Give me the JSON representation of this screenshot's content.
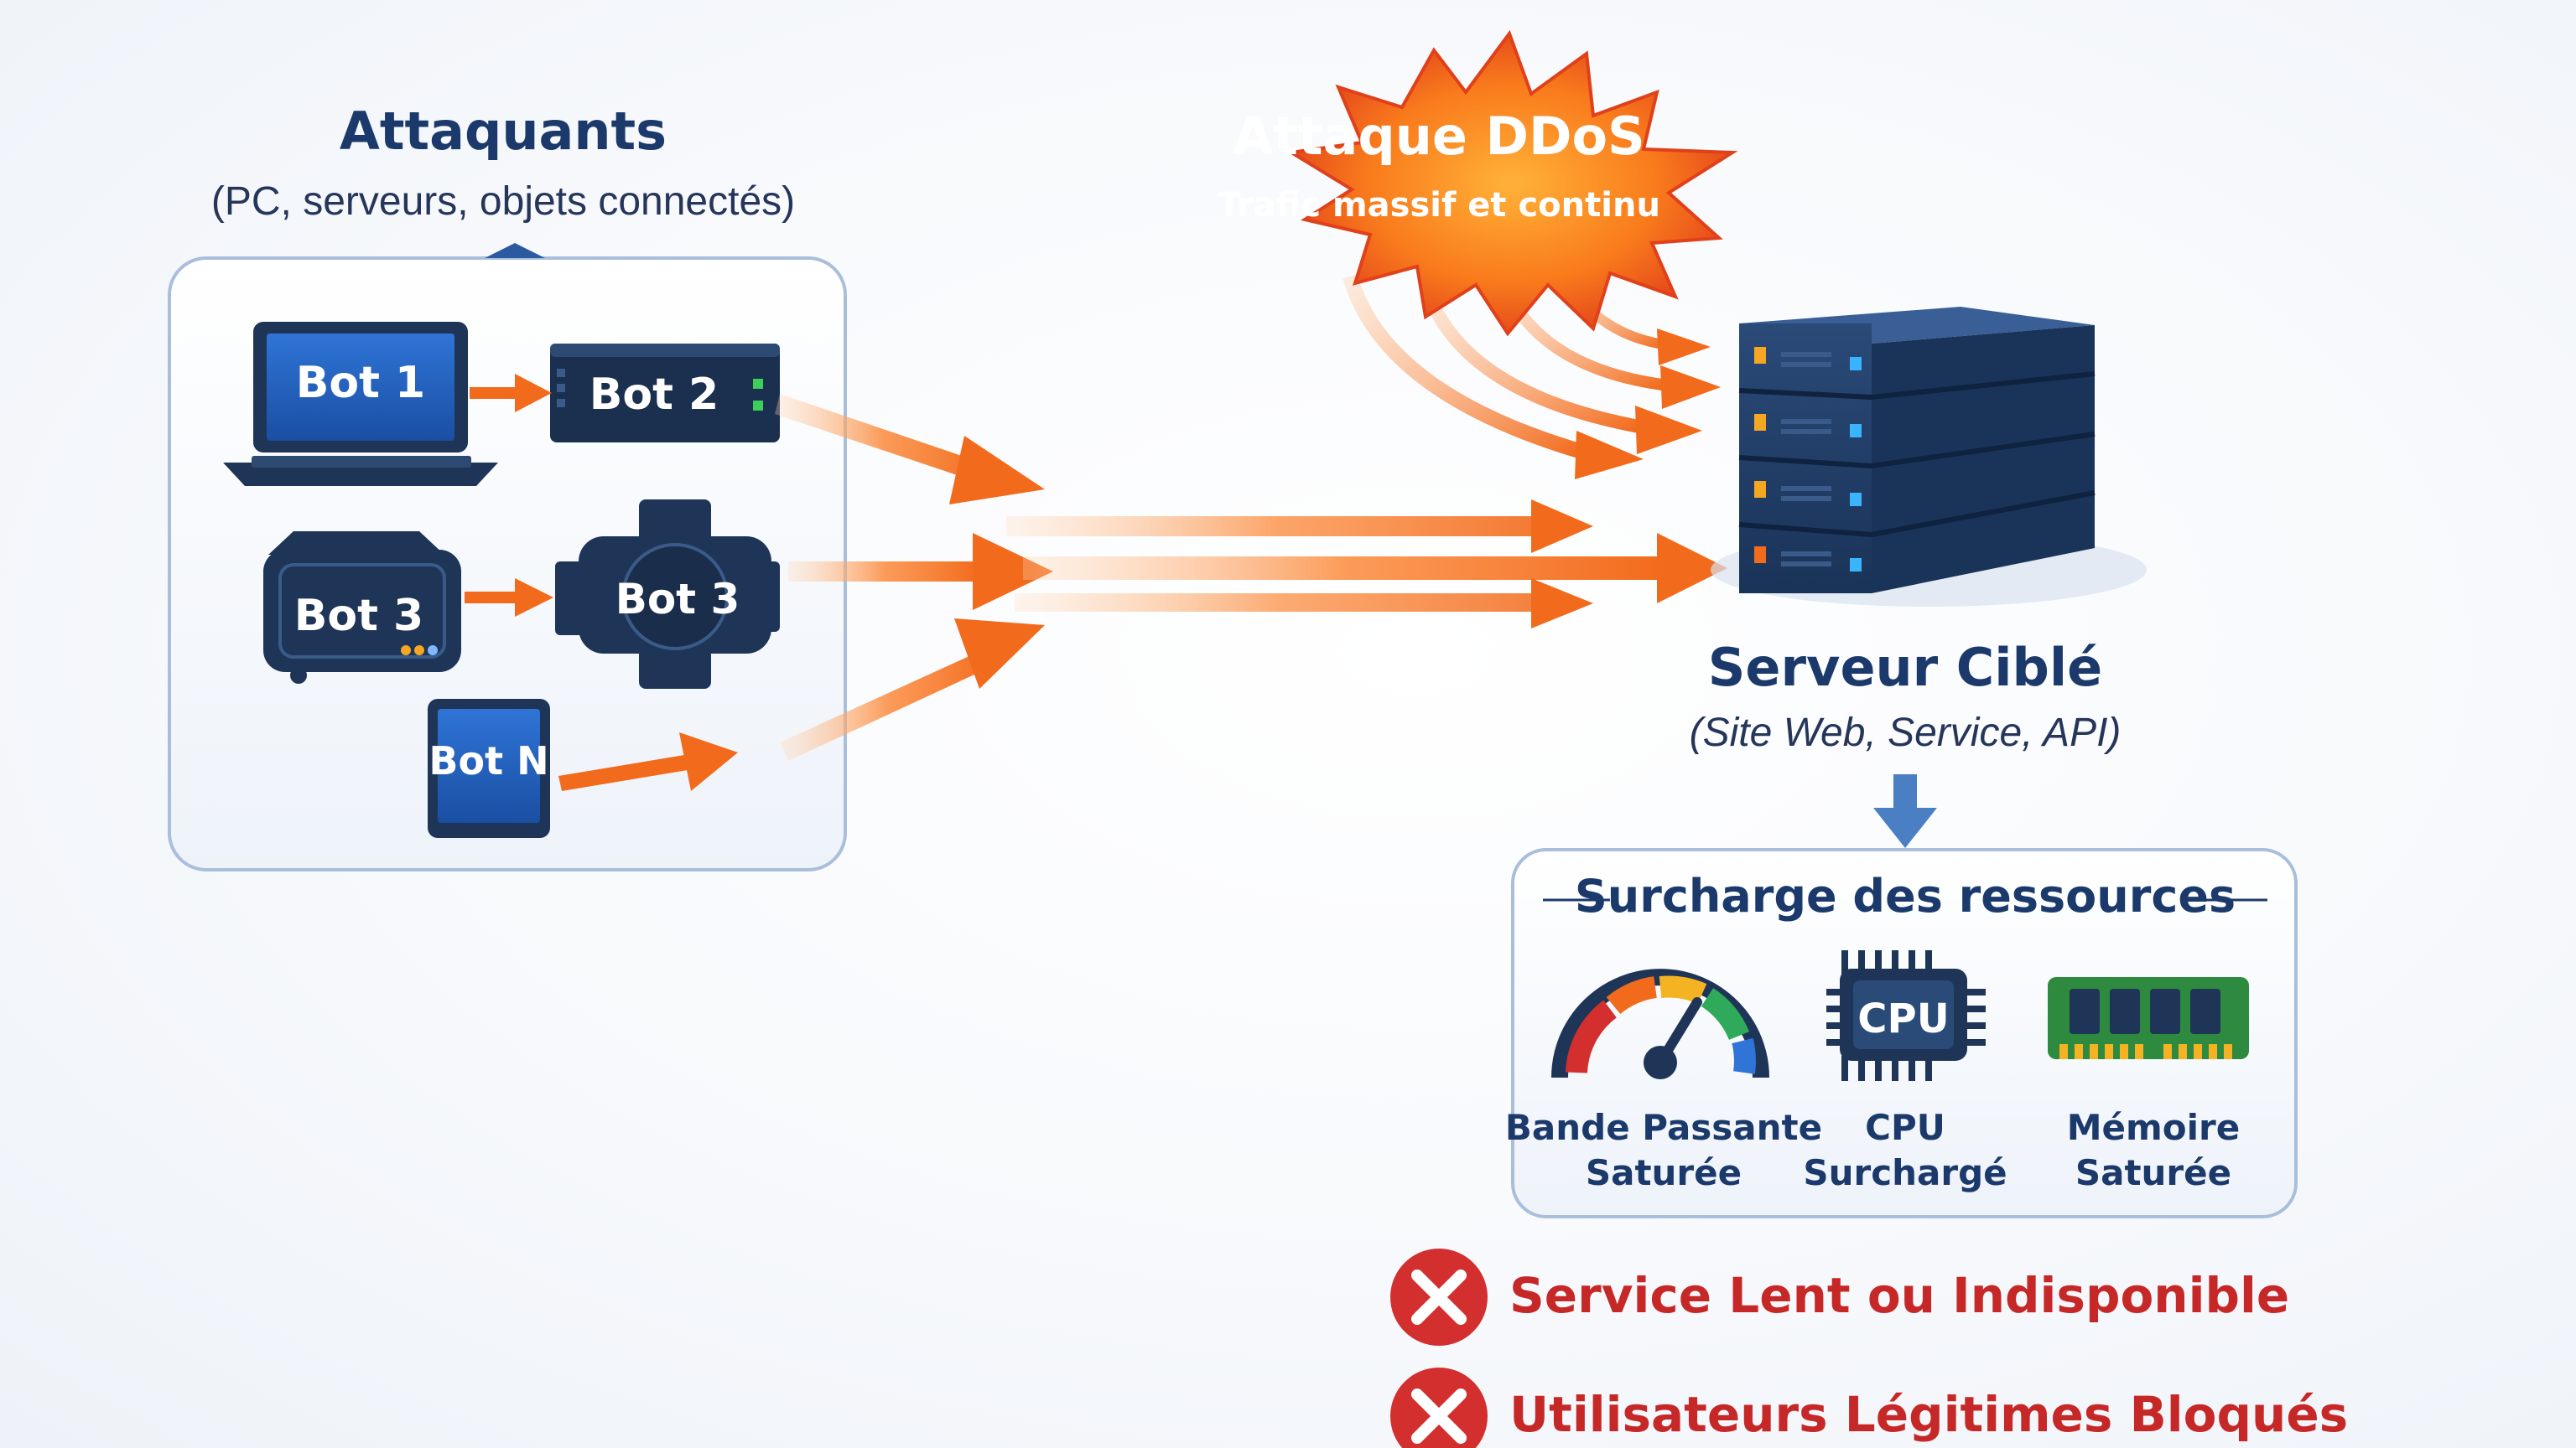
{
  "attackers": {
    "title": "Attaquants",
    "subtitle": "(PC, serveurs, objets connectés)",
    "bots": [
      {
        "label": "Bot 1",
        "device": "laptop"
      },
      {
        "label": "Bot 2",
        "device": "network-server"
      },
      {
        "label": "Bot 3",
        "device": "router"
      },
      {
        "label": "Bot 3",
        "device": "smartwatch"
      },
      {
        "label": "Bot N",
        "device": "tablet"
      }
    ]
  },
  "attack": {
    "title": "Attaque DDoS",
    "subtitle": "Trafic massif et continu"
  },
  "target": {
    "title": "Serveur Ciblé",
    "subtitle": "(Site Web, Service, API)"
  },
  "resources": {
    "title": "Surcharge des ressources",
    "items": [
      {
        "line1": "Bande Passante",
        "line2": "Saturée",
        "icon": "gauge-icon"
      },
      {
        "line1": "CPU",
        "line2": "Surchargé",
        "icon": "cpu-icon",
        "chip_label": "CPU"
      },
      {
        "line1": "Mémoire",
        "line2": "Saturée",
        "icon": "memory-icon"
      }
    ]
  },
  "impacts": [
    {
      "text": "Service Lent ou Indisponible",
      "icon": "error-x-icon"
    },
    {
      "text": "Utilisateurs Légitimes Bloqués",
      "icon": "error-x-icon"
    }
  ],
  "colors": {
    "navy": "#1b3a6b",
    "device": "#1f3557",
    "screen": "#2058b8",
    "arrow": "#f26a1b",
    "impact_red": "#d32f2f",
    "panel_border": "#a8bedb"
  }
}
